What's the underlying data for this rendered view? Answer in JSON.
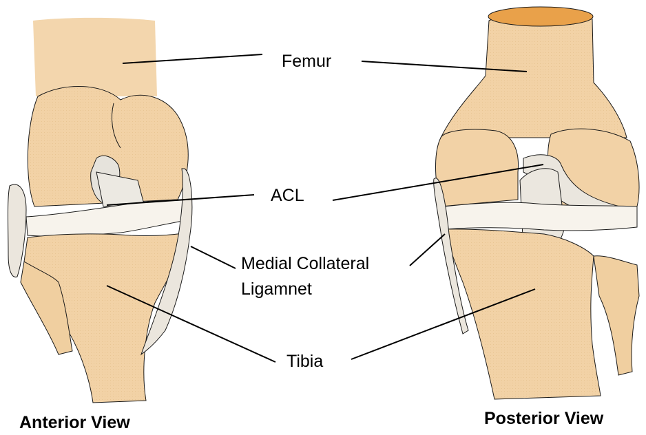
{
  "labels": {
    "femur": "Femur",
    "acl": "ACL",
    "mcl_line1": "Medial Collateral",
    "mcl_line2": "Ligamnet",
    "tibia": "Tibia"
  },
  "captions": {
    "anterior": "Anterior View",
    "posterior": "Posterior View"
  },
  "colors": {
    "bone": "#f2d2a6",
    "bone_shadow": "#e9c28e",
    "femur_cut": "#e9a14a",
    "ligament": "#eae6de",
    "outline": "#000000",
    "leader_line": "#000000"
  }
}
